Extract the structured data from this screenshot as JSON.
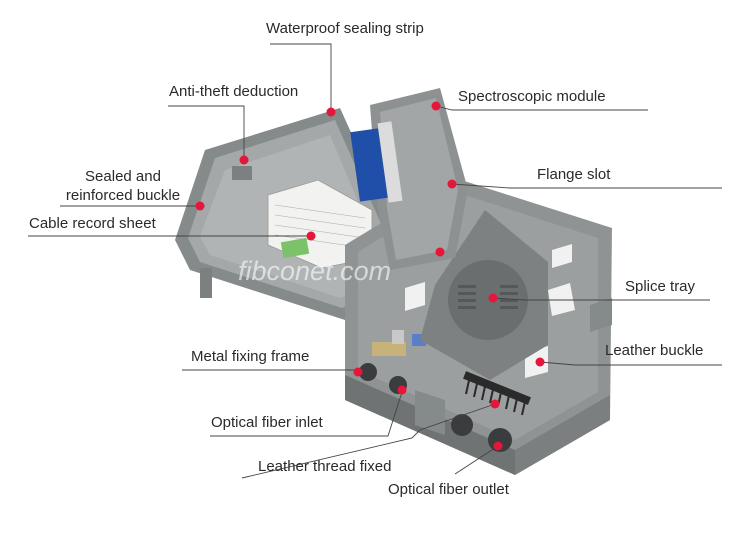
{
  "watermark": "fibconet.com",
  "labels": {
    "waterproof": "Waterproof sealing strip",
    "antitheft": "Anti-theft deduction",
    "sealed_line1": "Sealed and",
    "sealed_line2": "reinforced buckle",
    "cable_record": "Cable record sheet",
    "spectroscopic": "Spectroscopic module",
    "flange": "Flange slot",
    "splice": "Splice tray",
    "leather_buckle": "Leather buckle",
    "metal_frame": "Metal fixing frame",
    "fiber_inlet": "Optical fiber inlet",
    "leather_thread": "Leather thread fixed",
    "fiber_outlet": "Optical fiber outlet"
  },
  "colors": {
    "box_body": "#8f9394",
    "box_dark": "#6f7374",
    "lid_inner": "#9a9e9f",
    "marker": "#e5163a",
    "leader": "#444444",
    "module_blue": "#1f4fa8"
  }
}
